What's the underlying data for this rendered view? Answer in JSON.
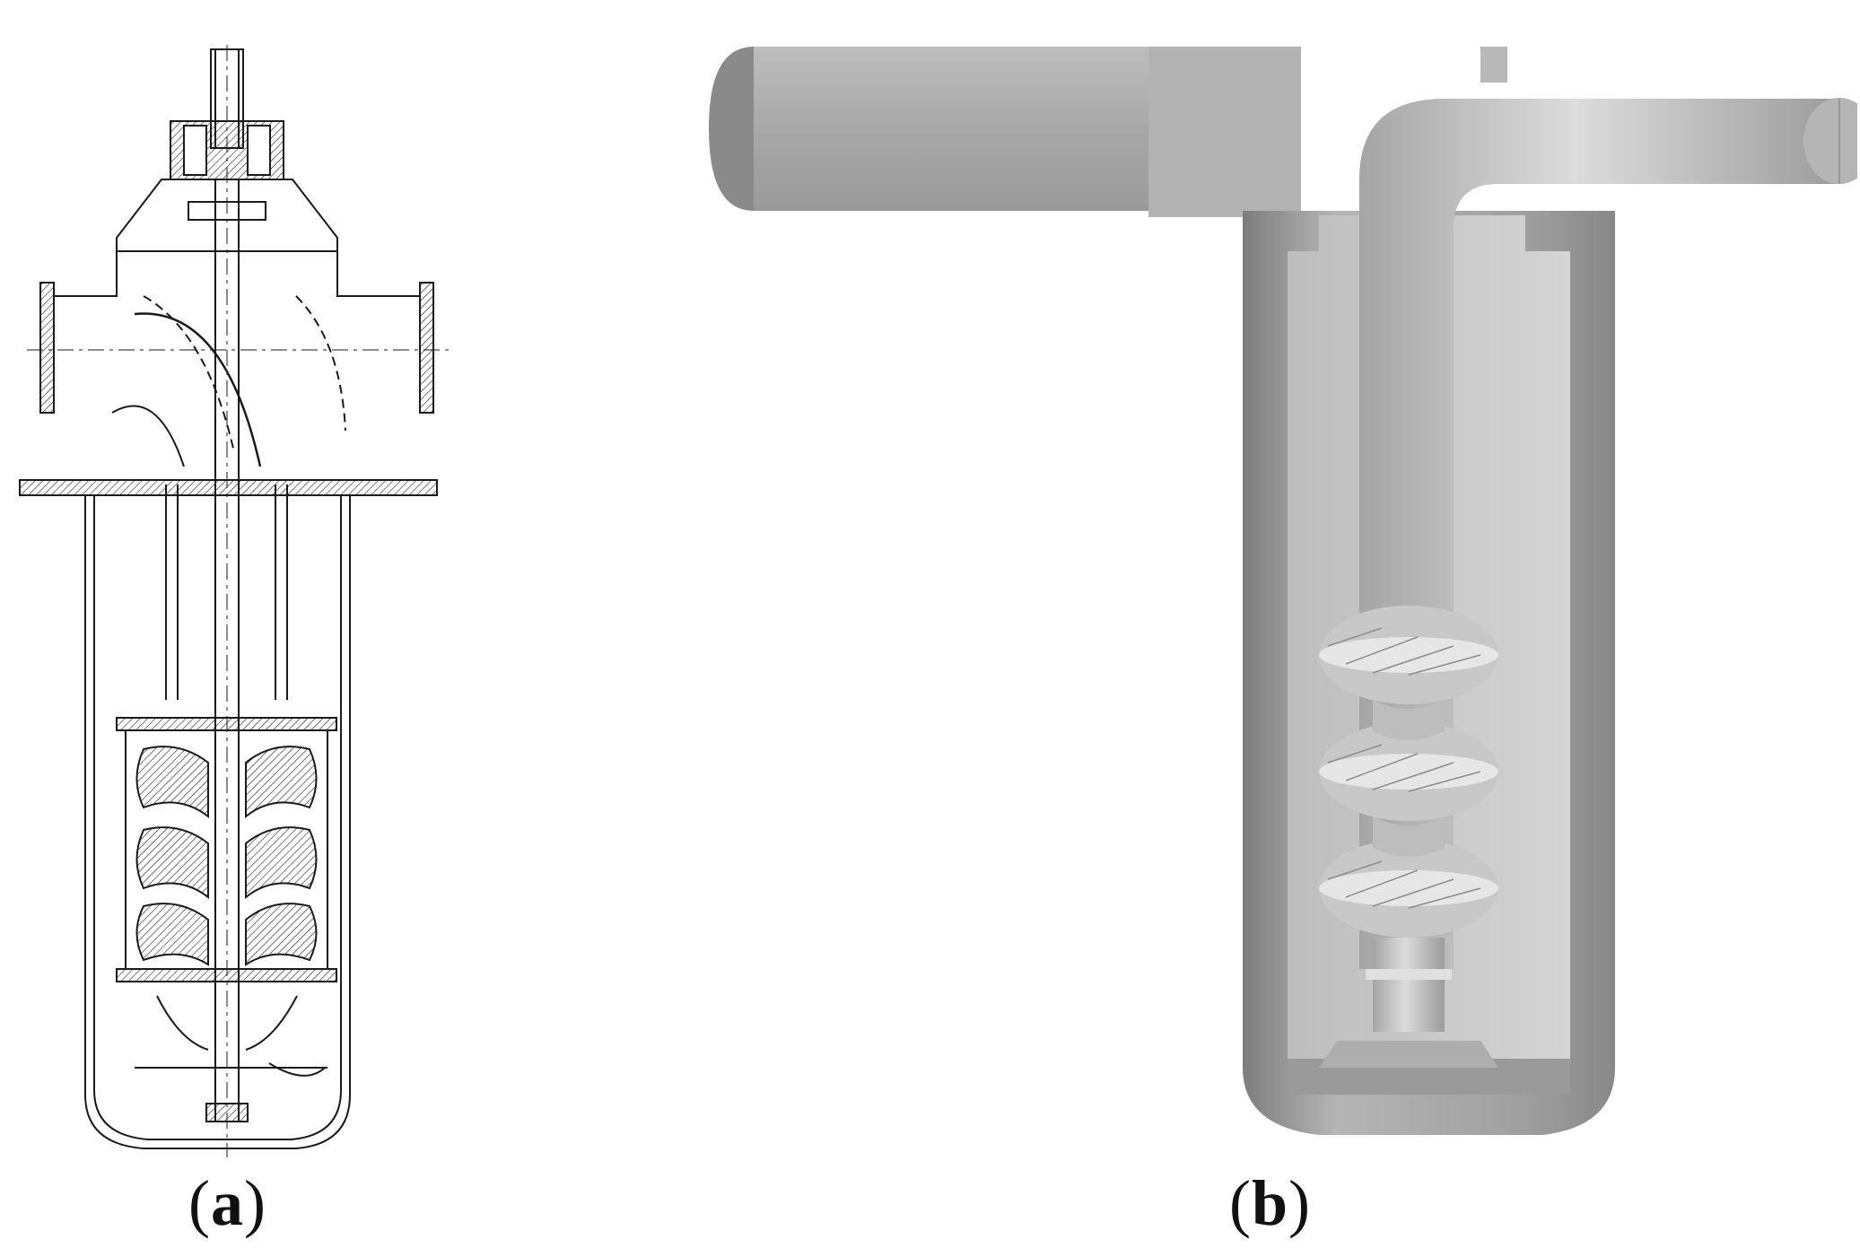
{
  "panels": [
    {
      "id": "a",
      "open": "(",
      "letter": "a",
      "close": ")"
    },
    {
      "id": "b",
      "open": "(",
      "letter": "b",
      "close": ")"
    }
  ],
  "colors": {
    "line": "#1a1a1a",
    "shade_dark": "#8c8c8c",
    "shade_mid": "#b0b0b0",
    "shade_light": "#d6d6d6",
    "background": "#ffffff"
  }
}
